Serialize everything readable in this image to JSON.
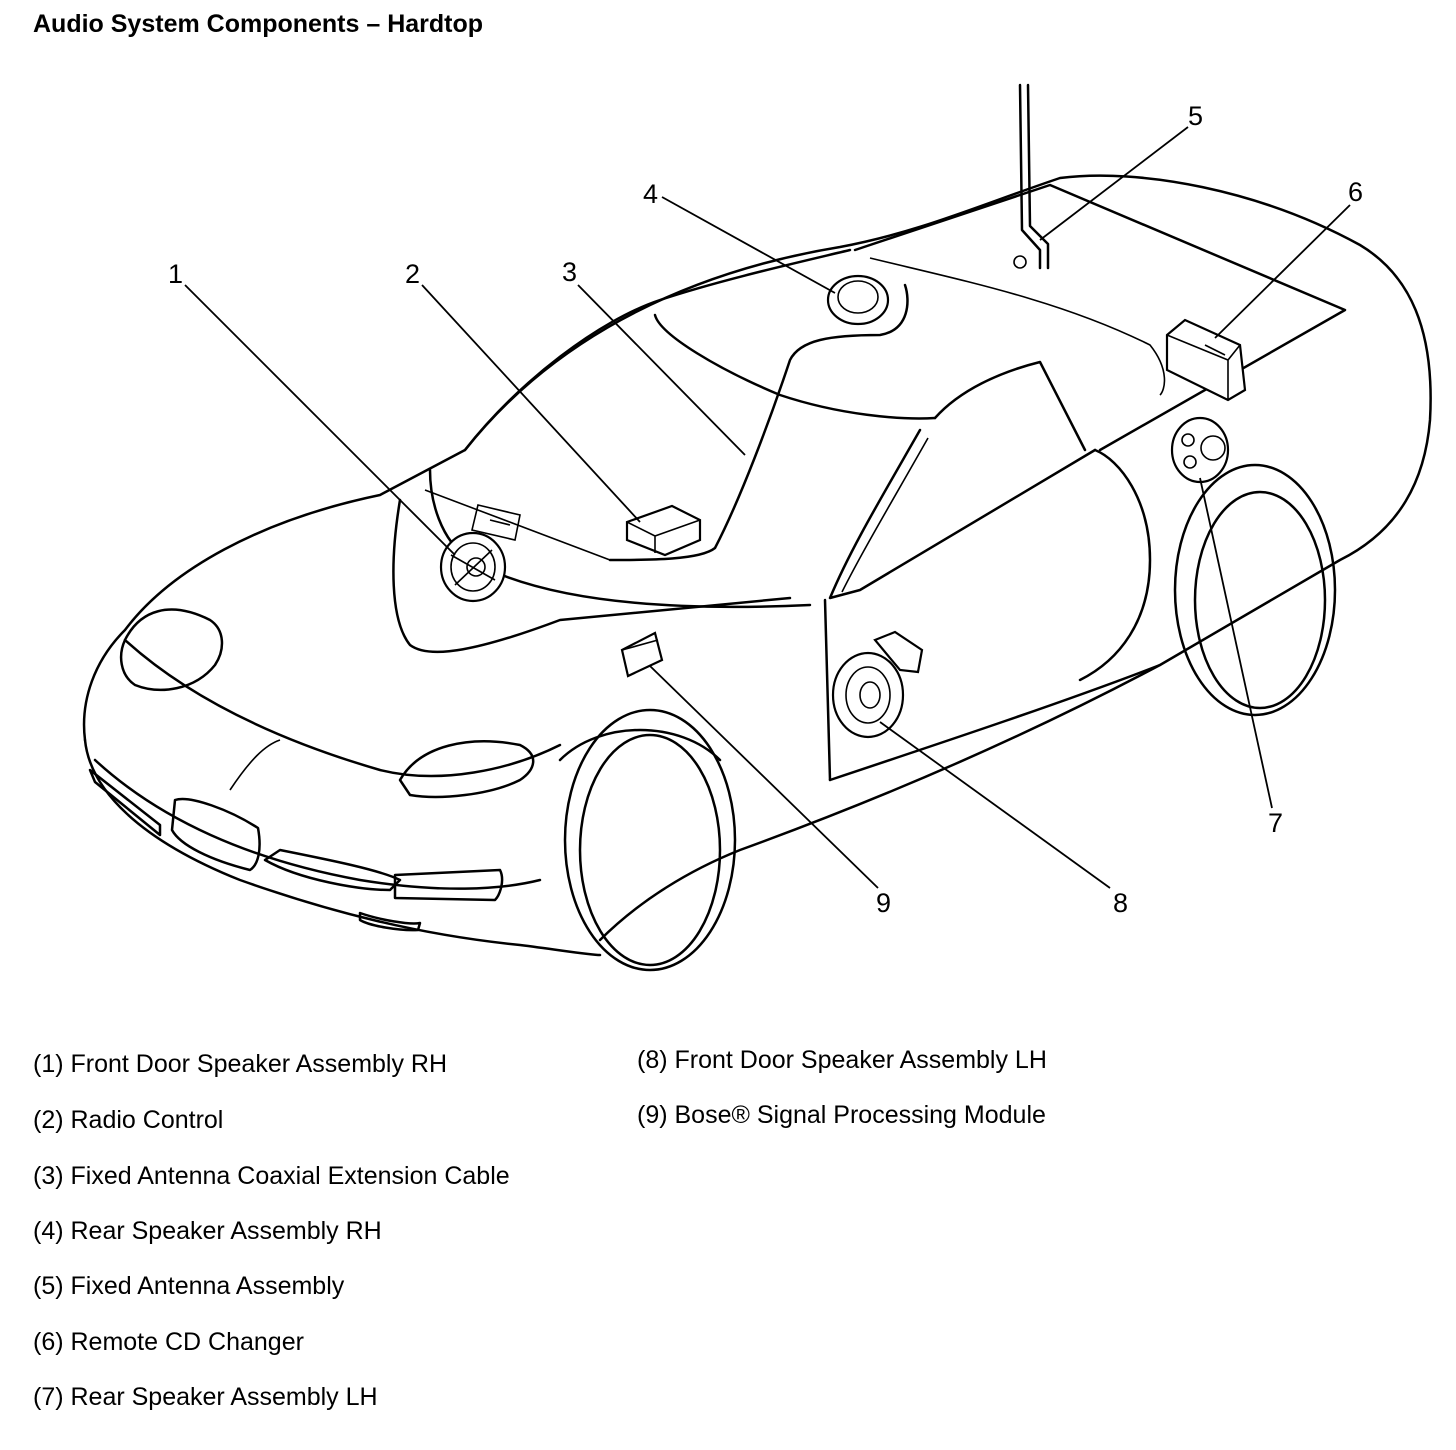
{
  "title": "Audio System Components – Hardtop",
  "callouts": [
    "1",
    "2",
    "3",
    "4",
    "5",
    "6",
    "7",
    "8",
    "9"
  ],
  "legend": [
    "(1) Front Door Speaker Assembly RH",
    "(2) Radio Control",
    "(3) Fixed Antenna Coaxial Extension Cable",
    "(4) Rear Speaker Assembly RH",
    "(5) Fixed Antenna Assembly",
    "(6) Remote CD Changer",
    "(7) Rear Speaker Assembly LH",
    "(8) Front Door Speaker Assembly LH",
    "(9) Bose® Signal Processing Module"
  ]
}
